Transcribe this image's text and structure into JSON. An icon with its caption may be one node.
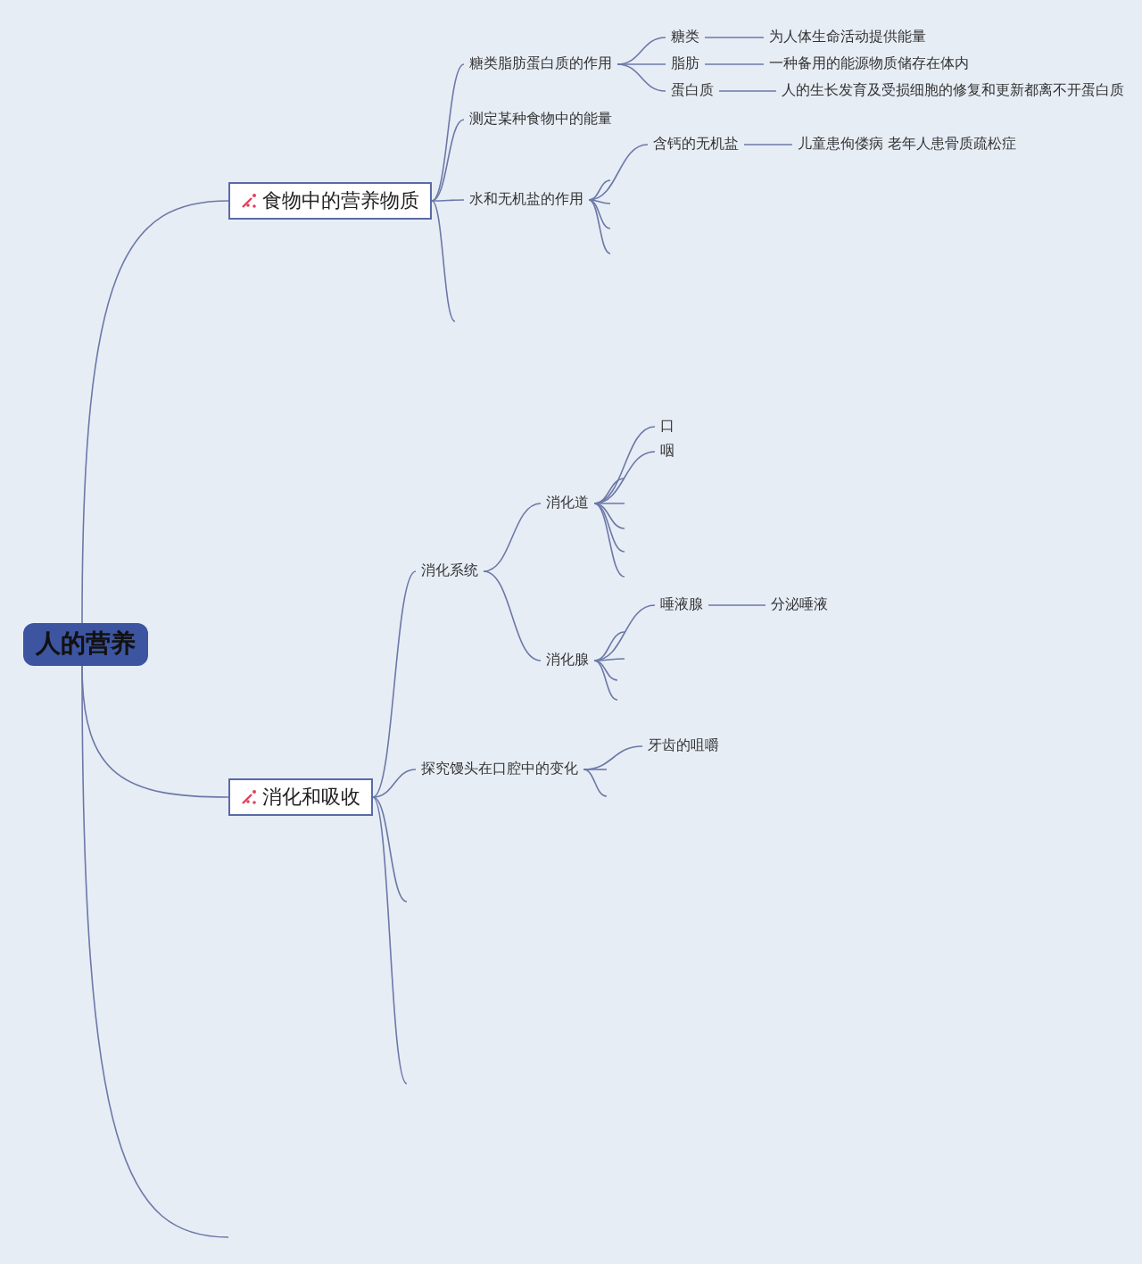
{
  "diagram": {
    "nodes": [
      {
        "text": [
          "人的营养"
        ]
      },
      {
        "text": [
          "食物中的营养物质"
        ]
      },
      {
        "text": [
          "消化和吸收"
        ]
      },
      {
        "text": [
          "糖类脂肪蛋白质的作用"
        ]
      },
      {
        "text": [
          "测定某种食物中的能量"
        ]
      },
      {
        "text": [
          "水和无机盐的作用"
        ]
      },
      {
        "text": [
          "糖类"
        ]
      },
      {
        "text": [
          "脂肪"
        ]
      },
      {
        "text": [
          "蛋白质"
        ]
      },
      {
        "text": [
          "为人体生命活动提供能量"
        ]
      },
      {
        "text": [
          "一种备用的能源物质储存在体内"
        ]
      },
      {
        "text": [
          "人的生长发育及受损细胞的修复和更新都离不开蛋白质"
        ]
      },
      {
        "text": [
          "含钙的无机盐"
        ]
      },
      {
        "text": [
          "儿童患佝偻病 老年人患骨质疏松症"
        ]
      },
      {
        "text": [
          "消化系统"
        ]
      },
      {
        "text": [
          "探究馒头在口腔中的变化"
        ]
      },
      {
        "text": [
          "消化道"
        ]
      },
      {
        "text": [
          "消化腺"
        ]
      },
      {
        "text": [
          "口"
        ]
      },
      {
        "text": [
          "咽"
        ]
      },
      {
        "text": [
          "唾液腺"
        ]
      },
      {
        "text": [
          "分泌唾液"
        ]
      },
      {
        "text": [
          "牙齿的咀嚼"
        ]
      }
    ],
    "edges": [
      {
        "from": 0,
        "to": 1,
        "arrow": "none"
      },
      {
        "from": 0,
        "to": 2,
        "arrow": "none"
      },
      {
        "from": 0,
        "to": null,
        "arrow": "none"
      },
      {
        "from": 1,
        "to": 3,
        "arrow": "none"
      },
      {
        "from": 1,
        "to": 4,
        "arrow": "none"
      },
      {
        "from": 1,
        "to": 5,
        "arrow": "none"
      },
      {
        "from": 1,
        "to": null,
        "arrow": "none"
      },
      {
        "from": 3,
        "to": 6,
        "arrow": "none"
      },
      {
        "from": 3,
        "to": 7,
        "arrow": "none"
      },
      {
        "from": 3,
        "to": 8,
        "arrow": "none"
      },
      {
        "from": 6,
        "to": 9,
        "arrow": "none"
      },
      {
        "from": 7,
        "to": 10,
        "arrow": "none"
      },
      {
        "from": 8,
        "to": 11,
        "arrow": "none"
      },
      {
        "from": 5,
        "to": 12,
        "arrow": "none"
      },
      {
        "from": 5,
        "to": null,
        "arrow": "none"
      },
      {
        "from": 5,
        "to": null,
        "arrow": "none"
      },
      {
        "from": 5,
        "to": null,
        "arrow": "none"
      },
      {
        "from": 5,
        "to": null,
        "arrow": "none"
      },
      {
        "from": 12,
        "to": 13,
        "arrow": "none"
      },
      {
        "from": 2,
        "to": 14,
        "arrow": "none"
      },
      {
        "from": 2,
        "to": 15,
        "arrow": "none"
      },
      {
        "from": 2,
        "to": null,
        "arrow": "none"
      },
      {
        "from": 2,
        "to": null,
        "arrow": "none"
      },
      {
        "from": 14,
        "to": 16,
        "arrow": "none"
      },
      {
        "from": 14,
        "to": 17,
        "arrow": "none"
      },
      {
        "from": 16,
        "to": 18,
        "arrow": "none"
      },
      {
        "from": 16,
        "to": 19,
        "arrow": "none"
      },
      {
        "from": 16,
        "to": null,
        "arrow": "none"
      },
      {
        "from": 16,
        "to": null,
        "arrow": "none"
      },
      {
        "from": 16,
        "to": null,
        "arrow": "none"
      },
      {
        "from": 16,
        "to": null,
        "arrow": "none"
      },
      {
        "from": 16,
        "to": null,
        "arrow": "none"
      },
      {
        "from": 17,
        "to": 20,
        "arrow": "none"
      },
      {
        "from": 17,
        "to": null,
        "arrow": "none"
      },
      {
        "from": 17,
        "to": null,
        "arrow": "none"
      },
      {
        "from": 17,
        "to": null,
        "arrow": "none"
      },
      {
        "from": 17,
        "to": null,
        "arrow": "none"
      },
      {
        "from": 20,
        "to": 21,
        "arrow": "none"
      },
      {
        "from": 15,
        "to": 22,
        "arrow": "none"
      },
      {
        "from": 15,
        "to": null,
        "arrow": "none"
      },
      {
        "from": 15,
        "to": null,
        "arrow": "none"
      }
    ]
  }
}
